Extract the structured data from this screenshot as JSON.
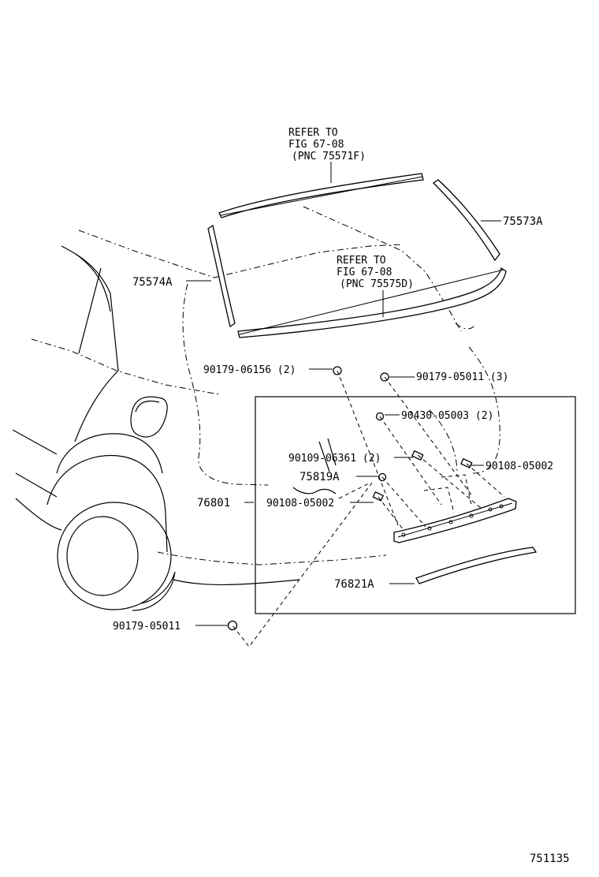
{
  "refer_notes": {
    "upper": {
      "line1": "REFER TO",
      "line2": "FIG 67-08",
      "line3": "(PNC 75571F)"
    },
    "lower": {
      "line1": "REFER TO",
      "line2": "FIG 67-08",
      "line3": "(PNC 75575D)"
    }
  },
  "part_labels": {
    "p75573A": "75573A",
    "p75574A": "75574A",
    "p90179_06156": "90179-06156 (2)",
    "p90179_05011_3": "90179-05011 (3)",
    "p90430_05003": "90430-05003 (2)",
    "p90109_06361": "90109-06361 (2)",
    "p90108_05002_right": "90108-05002",
    "p75819A": "75819A",
    "p76801": "76801",
    "p90108_05002_left": "90108-05002",
    "p76821A": "76821A",
    "p90179_05011": "90179-05011"
  },
  "figure_number": "751135"
}
